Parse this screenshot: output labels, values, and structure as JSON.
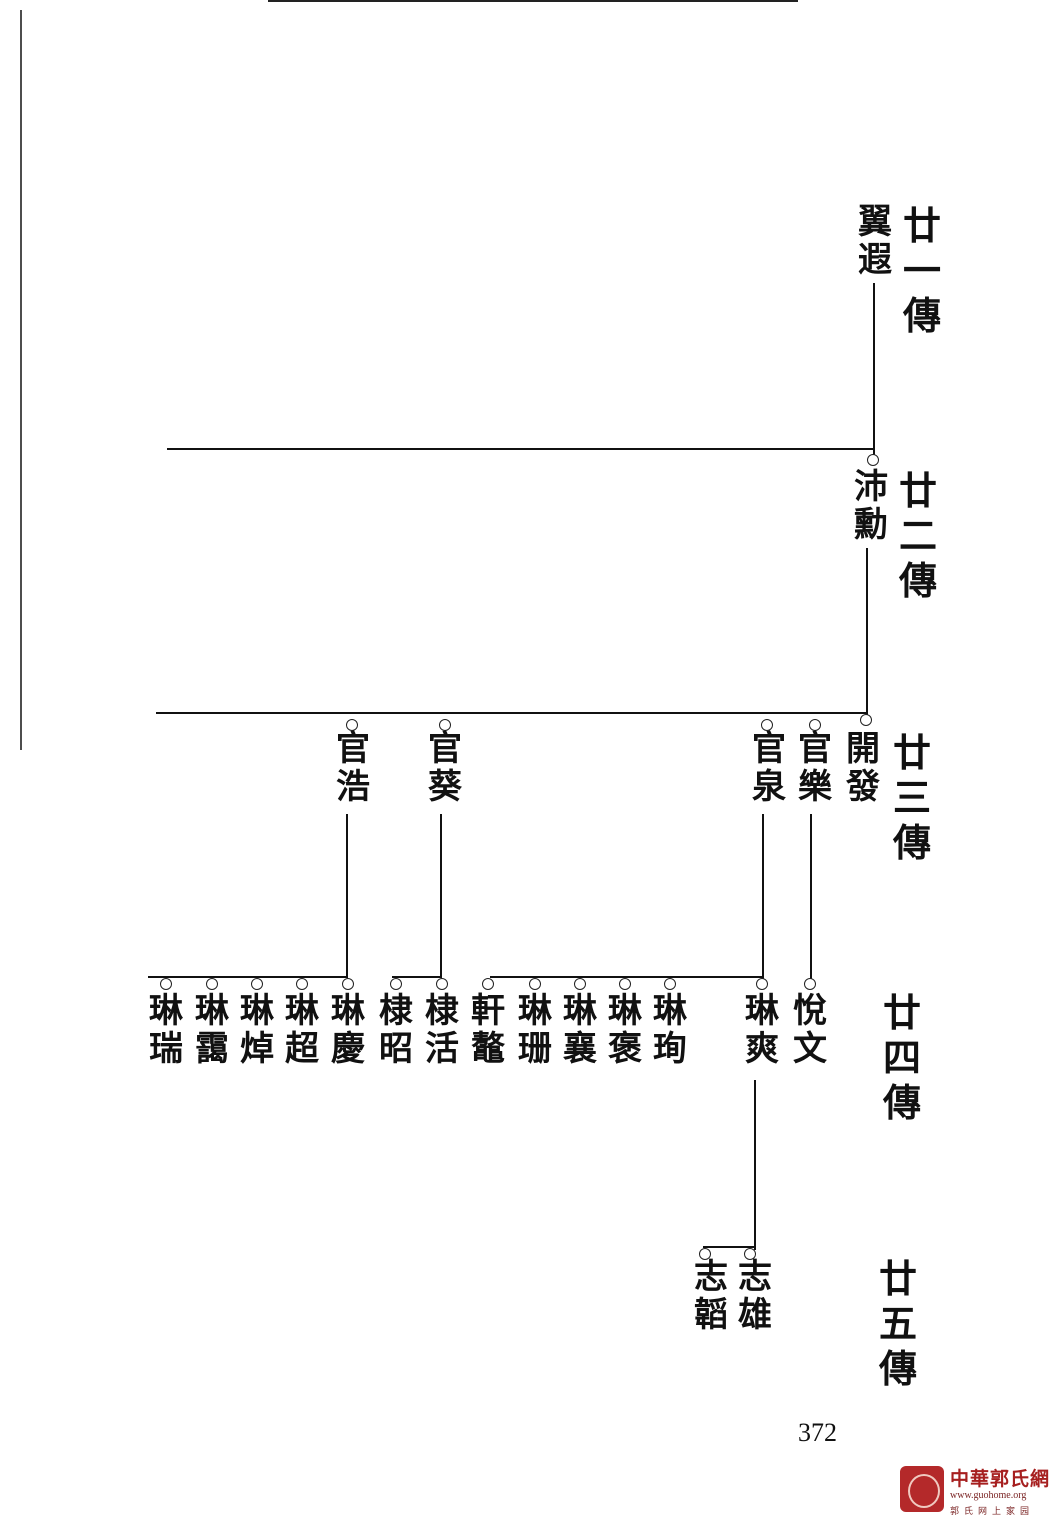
{
  "generations": [
    {
      "label": "廿一傳"
    },
    {
      "label": "廿二傳"
    },
    {
      "label": "廿三傳"
    },
    {
      "label": "廿四傳"
    },
    {
      "label": "廿五傳"
    }
  ],
  "people": {
    "gen21": [
      "翼遐"
    ],
    "gen22": [
      "沛勳"
    ],
    "gen23": [
      "開發",
      "官樂",
      "官泉",
      "官葵",
      "官浩"
    ],
    "gen24": [
      "悅文",
      "琳爽",
      "琳珣",
      "琳褒",
      "琳襄",
      "琳珊",
      "軒鼇",
      "棣活",
      "棣昭",
      "琳慶",
      "琳超",
      "琳焯",
      "琳靄",
      "琳瑞"
    ],
    "gen25": [
      "志雄",
      "志韜"
    ]
  },
  "page_number": "372",
  "logo": {
    "title": "中華郭氏網",
    "url": "www.guohome.org",
    "subtitle": "郭氏网上家园"
  }
}
